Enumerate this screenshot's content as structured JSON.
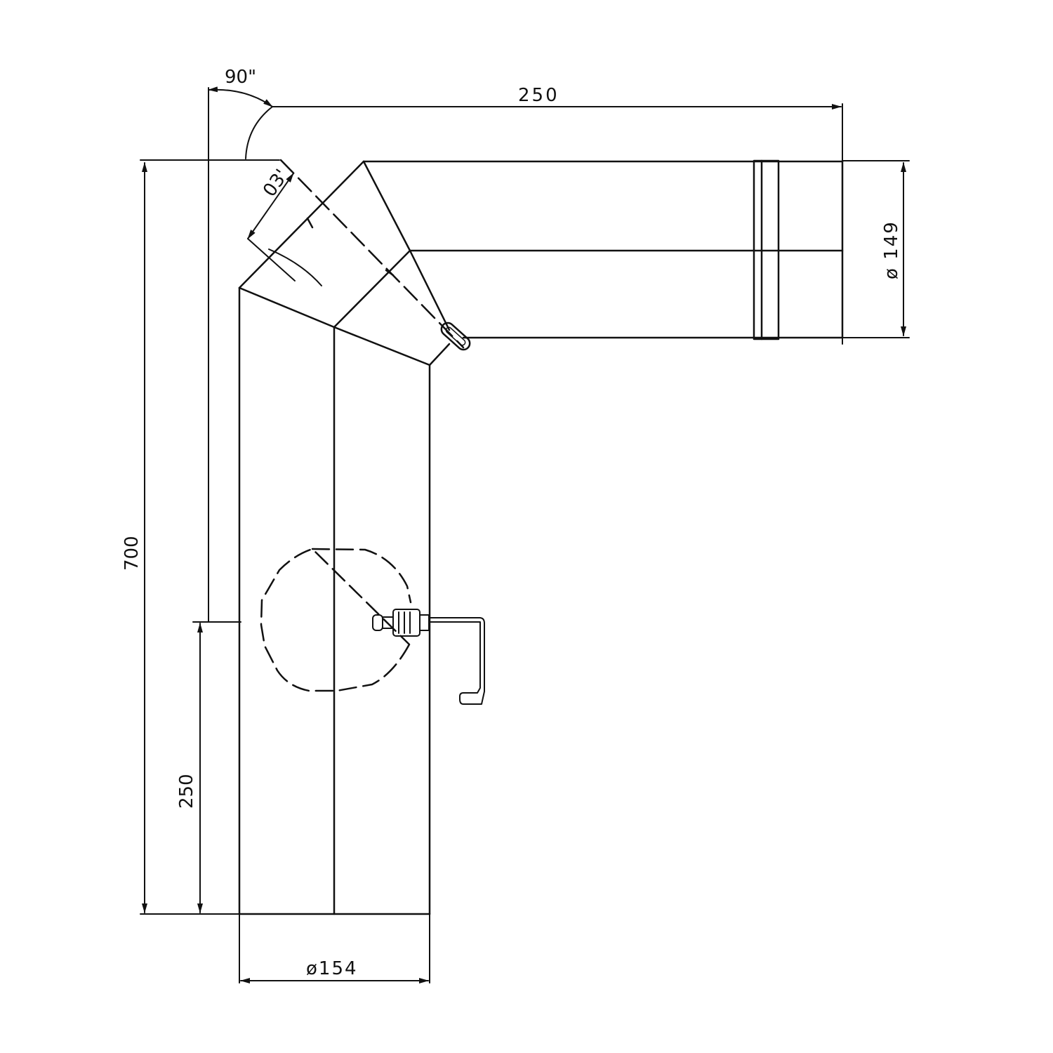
{
  "drawing": {
    "title": "Pipe elbow 90° with damper and inspection opening",
    "line_color": "#111111",
    "background": "#ffffff"
  },
  "dimensions": {
    "angle": "90\"",
    "horizontal_length": "250",
    "segment_angle": "03'",
    "outlet_diameter": "ø 149",
    "total_height": "700",
    "lower_height": "250",
    "inlet_diameter": "ø154"
  },
  "components": {
    "vertical_pipe": "vertical-pipe",
    "horizontal_pipe": "horizontal-pipe",
    "elbow_segments": "elbow-segments",
    "sleeve_ring": "connection-ring",
    "damper_handle": "damper-handle",
    "inspection_door": "inspection-door",
    "door_latch": "door-latch",
    "latch_bracket": "latch-bracket"
  }
}
